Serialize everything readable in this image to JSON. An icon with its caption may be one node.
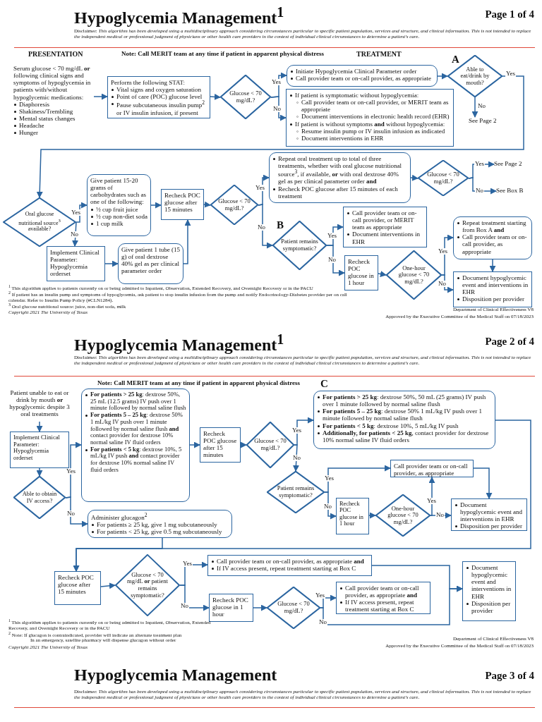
{
  "diagram": {
    "title": "Hypoglycemia Management$^{1}$",
    "nodes": [
      {
        "text": [
          "Serum glucose < 70 mg/dL **or** following clinical signs and symptoms of hypoglycemia in patients with/without hypoglycemic medications:",
          "Diaphoresis",
          "Shakiness/Trembling",
          "Mental status changes",
          "Headache",
          "Hunger"
        ]
      },
      {
        "text": [
          "Perform the following STAT:",
          "Vital signs and oxygen saturation",
          "Point of care (POC) glucose level",
          "Pause subcutaneous insulin pump$^{2}$ or IV insulin infusion, if present"
        ]
      },
      {
        "text": [
          "Glucose < 70 mg/dL?"
        ]
      },
      {
        "text": [
          "Initiate Hypoglycemia Clinical Parameter order",
          "Call provider team or on-call provider, as appropriate"
        ]
      },
      {
        "text": [
          "If patient is symptomatic without hypoglycemia:",
          "Call provider team or on-call provider, or MERIT team as appropriate",
          "Document interventions in electronic health record (EHR)",
          "If patient is without symptoms **and** without hypoglycemia:",
          "Resume insulin pump or IV insulin infusion as indicated",
          "Document interventions in EHR"
        ]
      },
      {
        "text": [
          "Able to eat/drink by mouth?"
        ],
        "beside": [
          "A"
        ]
      },
      {
        "text": [
          "See Page 2"
        ]
      },
      {
        "text": [
          "Oral glucose nutritional source$^{3}$ available?"
        ]
      },
      {
        "text": [
          "Give patient 15-20 grams of carbohydrates such as one of the following:",
          "½ cup fruit juice",
          "½ cup non-diet soda",
          "1 cup milk"
        ]
      },
      {
        "text": [
          "Implement Clinical Parameter: Hypoglycemia orderset"
        ]
      },
      {
        "text": [
          "Give patient 1 tube (15 g) of oral dextrose 40% gel as per clinical parameter order"
        ]
      },
      {
        "text": [
          "Recheck POC glucose after 15 minutes"
        ]
      },
      {
        "text": [
          "Glucose < 70 mg/dL?"
        ]
      },
      {
        "text": [
          "Repeat oral treatment up to total of three treatments, whether with oral glucose nutritional source$^{3}$, if available, **or** with oral dextrose 40% gel as per clinical parameter order **and**",
          "Recheck POC glucose after 15 minutes of each treatment"
        ]
      },
      {
        "text": [
          "Glucose < 70 mg/dL?"
        ]
      },
      {
        "text": [
          "See Page 2"
        ]
      },
      {
        "text": [
          "See Box B"
        ]
      },
      {
        "text": [
          "Patient remains symptomatic?"
        ],
        "beside": [
          "B"
        ]
      },
      {
        "text": [
          "Call provider team or on-call provider, or MERIT team as appropriate",
          "Document interventions in EHR"
        ]
      },
      {
        "text": [
          "Recheck POC glucose in 1 hour"
        ]
      },
      {
        "text": [
          "One-hour glucose < 70 mg/dL?"
        ]
      },
      {
        "text": [
          "Repeat treatment starting from Box A **and**",
          "Call provider team or on-call provider, as appropriate"
        ]
      },
      {
        "text": [
          "Document hypoglycemic event and interventions in EHR",
          "Disposition per provider"
        ]
      },
      {
        "text": [
          "Patient unable to eat or drink by mouth **or** hypoglycemic despite 3 oral treatments"
        ]
      },
      {
        "text": [
          "Implement Clinical Parameter: Hypoglycemia orderset"
        ]
      },
      {
        "text": [
          "Able to obtain IV access?"
        ]
      },
      {
        "text": [
          "**For patients > 25 kg**: dextrose 50%, 25 mL (12.5 grams) IV push over 1 minute followed by normal saline flush",
          "**For patients 5 – 25 kg**: dextrose 50% 1 mL/kg IV push over 1 minute followed by normal saline flush **and** contact provider for dextrose 10% normal saline IV fluid orders",
          "**For patients < 5 kg**: dextrose 10%, 5 mL/kg IV push **and** contact provider for dextrose 10% normal saline IV fluid orders"
        ]
      },
      {
        "text": [
          "Administer glucagon$^{2}$",
          "For patients ≥ 25 kg, give 1 mg subcutaneously",
          "For patients < 25 kg, give 0.5 mg subcutaneously"
        ]
      },
      {
        "text": [
          "Recheck POC glucose after 15 minutes"
        ]
      },
      {
        "text": [
          "Glucose < 70 mg/dL?"
        ]
      },
      {
        "text": [
          "**For patients > 25 kg**: dextrose 50%, 50 mL (25 grams) IV push over 1 minute followed by normal saline flush",
          "**For patients 5 – 25 kg**: dextrose 50% 1 mL/kg IV push over 1 minute followed by normal saline flush",
          "**For patients < 5 kg**: dextrose 10%, 5 mL/kg IV push",
          "**Additionally, for patients < 25 kg**, contact provider for dextrose 10% normal saline IV fluid orders"
        ],
        "beside": [
          "C"
        ]
      },
      {
        "text": [
          "Patient remains symptomatic?"
        ]
      },
      {
        "text": [
          "Call provider team or on-call provider, as appropriate"
        ]
      },
      {
        "text": [
          "Recheck POC glucose in 1 hour"
        ]
      },
      {
        "text": [
          "One-hour glucose < 70 mg/dL?"
        ]
      },
      {
        "text": [
          "Document hypoglycemic event and interventions in EHR",
          "Disposition per provider"
        ]
      },
      {
        "text": [
          "Recheck POC glucose after 15 minutes"
        ]
      },
      {
        "text": [
          "Glucose < 70 mg/dL **or** patient remains symptomatic?"
        ]
      },
      {
        "text": [
          "Call provider team or on-call provider, as appropriate **and**",
          "If IV access present, repeat treatment starting at Box C"
        ]
      },
      {
        "text": [
          "Recheck POC glucose in 1 hour"
        ]
      },
      {
        "text": [
          "Glucose < 70 mg/dL?"
        ]
      },
      {
        "text": [
          "Call provider team or on-call provider, as appropriate **and**",
          "If IV access present, repeat treatment starting at Box C"
        ]
      },
      {
        "text": [
          "Document hypoglycemic event and interventions in EHR",
          "Disposition per provider"
        ]
      }
    ],
    "edges": [
      {
        "from": 0,
        "to": 1,
        "arrow": "to"
      },
      {
        "from": 1,
        "to": 2,
        "arrow": "to"
      },
      {
        "from": 2,
        "to": 3,
        "arrow": "to",
        "label": "Yes"
      },
      {
        "from": 2,
        "to": 4,
        "arrow": "to",
        "label": "No"
      },
      {
        "from": 3,
        "to": 5,
        "arrow": "to"
      },
      {
        "from": 5,
        "to": 7,
        "arrow": "to",
        "label": "Yes"
      },
      {
        "from": 5,
        "to": 6,
        "arrow": "to",
        "label": "No"
      },
      {
        "from": 7,
        "to": 8,
        "arrow": "to",
        "label": "Yes"
      },
      {
        "from": 7,
        "to": 9,
        "arrow": "to",
        "label": "No"
      },
      {
        "from": 8,
        "to": 11,
        "arrow": "to"
      },
      {
        "from": 9,
        "to": 10,
        "arrow": "to"
      },
      {
        "from": 10,
        "to": 11,
        "arrow": "to"
      },
      {
        "from": 11,
        "to": 12,
        "arrow": "to"
      },
      {
        "from": 12,
        "to": 13,
        "arrow": "to",
        "label": "Yes"
      },
      {
        "from": 12,
        "to": 17,
        "arrow": "to",
        "label": "No"
      },
      {
        "from": 13,
        "to": 14,
        "arrow": "to"
      },
      {
        "from": 14,
        "to": 15,
        "arrow": "to",
        "label": "Yes"
      },
      {
        "from": 14,
        "to": 16,
        "arrow": "to",
        "label": "No"
      },
      {
        "from": 17,
        "to": 18,
        "arrow": "to",
        "label": "Yes"
      },
      {
        "from": 17,
        "to": 19,
        "arrow": "to",
        "label": "No"
      },
      {
        "from": 19,
        "to": 20,
        "arrow": "to"
      },
      {
        "from": 20,
        "to": 21,
        "arrow": "to",
        "label": "Yes"
      },
      {
        "from": 20,
        "to": 22,
        "arrow": "to",
        "label": "No"
      },
      {
        "from": 21,
        "to": 22,
        "arrow": "to"
      },
      {
        "from": 23,
        "to": 24,
        "arrow": "to"
      },
      {
        "from": 24,
        "to": 25,
        "arrow": "to"
      },
      {
        "from": 25,
        "to": 26,
        "arrow": "to",
        "label": "Yes"
      },
      {
        "from": 25,
        "to": 27,
        "arrow": "to",
        "label": "No"
      },
      {
        "from": 26,
        "to": 28,
        "arrow": "to"
      },
      {
        "from": 28,
        "to": 29,
        "arrow": "to"
      },
      {
        "from": 29,
        "to": 30,
        "arrow": "to",
        "label": "Yes"
      },
      {
        "from": 29,
        "to": 31,
        "arrow": "to",
        "label": "No"
      },
      {
        "from": 31,
        "to": 32,
        "arrow": "to",
        "label": "Yes"
      },
      {
        "from": 31,
        "to": 33,
        "arrow": "to",
        "label": "No"
      },
      {
        "from": 33,
        "to": 34,
        "arrow": "to"
      },
      {
        "from": 34,
        "to": 32,
        "arrow": "to",
        "label": "Yes"
      },
      {
        "from": 34,
        "to": 35,
        "arrow": "to",
        "label": "No"
      },
      {
        "from": 32,
        "to": 35,
        "arrow": "to"
      },
      {
        "from": 30,
        "to": 36,
        "arrow": "to"
      },
      {
        "from": 27,
        "to": 36,
        "arrow": "to"
      },
      {
        "from": 36,
        "to": 37,
        "arrow": "to"
      },
      {
        "from": 37,
        "to": 38,
        "arrow": "to",
        "label": "Yes"
      },
      {
        "from": 37,
        "to": 39,
        "arrow": "to",
        "label": "No"
      },
      {
        "from": 39,
        "to": 40,
        "arrow": "to"
      },
      {
        "from": 40,
        "to": 41,
        "arrow": "to",
        "label": "Yes"
      },
      {
        "from": 40,
        "to": 42,
        "arrow": "to",
        "label": "No"
      },
      {
        "from": 38,
        "to": 42,
        "arrow": "to"
      }
    ],
    "labels": [
      "Page 1 of 4",
      "Disclaimer: *This algorithm has been developed using a multidisciplinary approach considering circumstances particular to specific patient population, services and structure, and clinical information. This is not intended to replace the independent medical or professional judgment of physicians or other health care providers in the context of individual clinical circumstances to determine a patient's care.*",
      "Note: Call MERIT team at any time if patient in apparent physical distress",
      "PRESENTATION",
      "TREATMENT",
      "$^{1}$ This algorithm applies to patients currently on or being admitted to Inpatient, Observation, Extended Recovery, and Overnight Recovery or in the PACU",
      "$^{2}$ If patient has an insulin pump and symptoms of hypoglycemia, ask patient to stop insulin infusion from the pump and notify Endocrinology-Diabetes provider per on call calendar. Refer to Insulin Pump Policy (#CLN1284).",
      "$^{3}$ Oral glucose nutritional source: juice, non-diet soda, milk",
      "*Copyright 2021 The University of Texas*",
      "Department of Clinical Effectiveness V8",
      "Approved by the Executive Committee of the Medical Staff on 07/18/2023",
      "Hypoglycemia Management$^{1}$",
      "Page 2 of 4",
      "Disclaimer: *This algorithm has been developed using a multidisciplinary approach considering circumstances particular to specific patient population, services and structure, and clinical information. This is not intended to replace the independent medical or professional judgment of physicians or other health care providers in the context of individual clinical circumstances to determine a patient's care.*",
      "Note: Call MERIT team at any time if patient in apparent physical distress",
      "$^{1}$ This algorithm applies to patients currently on or being admitted to Inpatient, Observation, Extended Recovery, and Overnight Recovery or in the PACU",
      "$^{2}$ Note: If glucagon is contraindicated, provider will indicate an alternate treatment plan",
      "In an emergency, satellite pharmacy will dispense glucagon without order",
      "*Copyright 2021 The University of Texas*",
      "Department of Clinical Effectiveness V8",
      "Approved by the Executive Committee of the Medical Staff on 07/18/2023",
      "Hypoglycemia Management",
      "Page 3 of 4",
      "Disclaimer: *This algorithm has been developed using a multidisciplinary approach considering circumstances particular to specific patient population, services and structure, and clinical information. This is not intended to replace the independent medical or professional judgment of physicians or other health care providers in the context of individual clinical circumstances to determine a patient's care.*"
    ]
  }
}
